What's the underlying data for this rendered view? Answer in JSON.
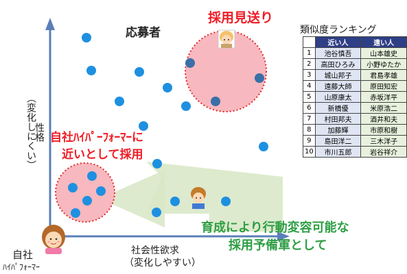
{
  "diagram": {
    "title": "応募者",
    "reject_label": "採用見送り",
    "adopt_label_line1": "自社ﾊｲﾊﾟｰﾌｫｰﾏｰに",
    "adopt_label_line2": "近いとして採用",
    "train_label_line1": "育成により行動変容可能な",
    "train_label_line2": "採用予備軍として",
    "x_axis_label_line1": "社会性欲求",
    "x_axis_label_line2": "（変化しやすい）",
    "y_axis_label_line1": "性格",
    "y_axis_label_line2": "（変化しにくい）",
    "origin_label_line1": "自社",
    "origin_label_line2": "ﾊｲﾊﾟﾌｫｰﾏｰ",
    "colors": {
      "axis": "#5b7fb8",
      "dot_light": "#1e90e0",
      "dot_dark": "#3a6fa8",
      "highlight_circle": "#f7b8bf",
      "circle_border": "#e32828",
      "arrow": "#d9e8c8",
      "red_text": "#ee1c25",
      "green_text": "#2e9e44"
    }
  },
  "ranking": {
    "title": "類似度ランキング",
    "col_near": "近い人",
    "col_far": "遠い人",
    "rows": [
      {
        "rank": "1",
        "near": "池谷慎吾",
        "far": "山本雄史"
      },
      {
        "rank": "2",
        "near": "高田ひろみ",
        "far": "小野ゆたか"
      },
      {
        "rank": "3",
        "near": "城山邦子",
        "far": "君島孝雄"
      },
      {
        "rank": "4",
        "near": "遠藤大師",
        "far": "原田知宏"
      },
      {
        "rank": "5",
        "near": "山原康太",
        "far": "赤坂洋平"
      },
      {
        "rank": "6",
        "near": "新橋優",
        "far": "米原浩二"
      },
      {
        "rank": "7",
        "near": "村田邦夫",
        "far": "酒井和夫"
      },
      {
        "rank": "8",
        "near": "加藤輝",
        "far": "市原和樹"
      },
      {
        "rank": "9",
        "near": "島田洋二",
        "far": "三木洋子"
      },
      {
        "rank": "10",
        "near": "市川五郎",
        "far": "岩谷祥介"
      }
    ]
  }
}
